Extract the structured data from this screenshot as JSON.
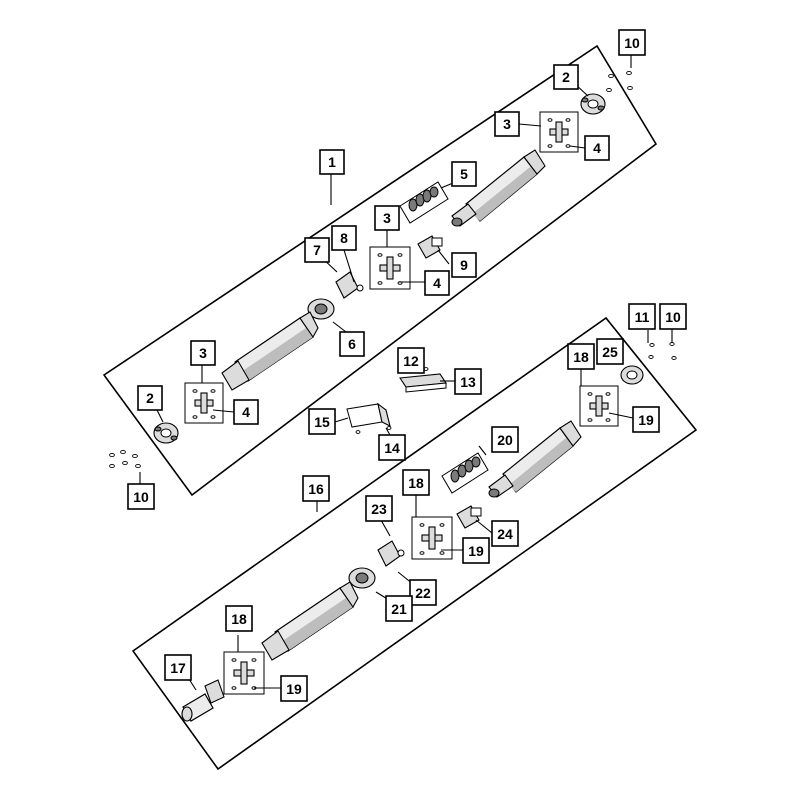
{
  "diagram": {
    "callouts": [
      {
        "id": "c1-10-top",
        "label": "10"
      },
      {
        "id": "c1-2-top",
        "label": "2"
      },
      {
        "id": "c1-3-top",
        "label": "3"
      },
      {
        "id": "c1-4-top",
        "label": "4"
      },
      {
        "id": "c1-1",
        "label": "1"
      },
      {
        "id": "c1-5",
        "label": "5"
      },
      {
        "id": "c1-3-mid",
        "label": "3"
      },
      {
        "id": "c1-7",
        "label": "7"
      },
      {
        "id": "c1-8",
        "label": "8"
      },
      {
        "id": "c1-9",
        "label": "9"
      },
      {
        "id": "c1-4-mid",
        "label": "4"
      },
      {
        "id": "c1-6",
        "label": "6"
      },
      {
        "id": "c1-3-low",
        "label": "3"
      },
      {
        "id": "c1-2-low",
        "label": "2"
      },
      {
        "id": "c1-4-low",
        "label": "4"
      },
      {
        "id": "c1-10-low",
        "label": "10"
      },
      {
        "id": "c2-11",
        "label": "11"
      },
      {
        "id": "c2-10",
        "label": "10"
      },
      {
        "id": "c-12",
        "label": "12"
      },
      {
        "id": "c-13",
        "label": "13"
      },
      {
        "id": "c2-18-top",
        "label": "18"
      },
      {
        "id": "c2-25",
        "label": "25"
      },
      {
        "id": "c2-19-top",
        "label": "19"
      },
      {
        "id": "c-15",
        "label": "15"
      },
      {
        "id": "c-14",
        "label": "14"
      },
      {
        "id": "c2-20",
        "label": "20"
      },
      {
        "id": "c2-16",
        "label": "16"
      },
      {
        "id": "c2-18-mid",
        "label": "18"
      },
      {
        "id": "c2-23",
        "label": "23"
      },
      {
        "id": "c2-24",
        "label": "24"
      },
      {
        "id": "c2-19-mid",
        "label": "19"
      },
      {
        "id": "c2-22",
        "label": "22"
      },
      {
        "id": "c2-21",
        "label": "21"
      },
      {
        "id": "c2-18-low",
        "label": "18"
      },
      {
        "id": "c2-17",
        "label": "17"
      },
      {
        "id": "c2-19-low",
        "label": "19"
      }
    ]
  },
  "colors": {
    "line": "#000000",
    "background": "#ffffff",
    "part_fill": "#dcdcdc"
  }
}
